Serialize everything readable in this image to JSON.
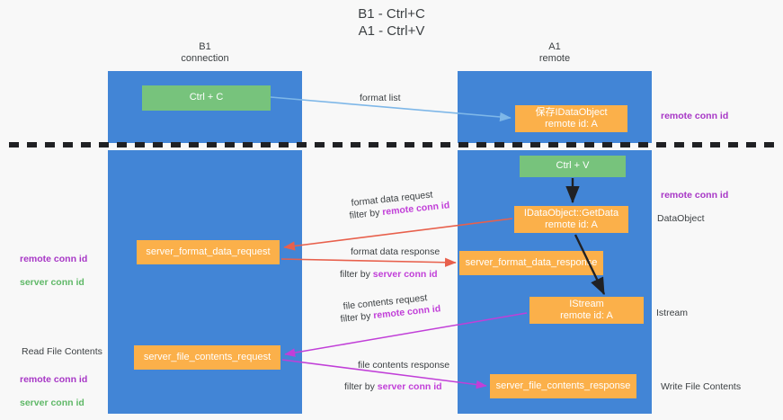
{
  "title": "B1 - Ctrl+C\nA1 - Ctrl+V",
  "colors": {
    "lane": "#4285d6",
    "node_green": "#77c37c",
    "node_orange": "#fbb04a",
    "remote_conn_id": "#a736c6",
    "server_conn_id": "#5fb867",
    "arrow_blue": "#7eb7e8",
    "arrow_red": "#e8604c",
    "arrow_magenta": "#c13fd8",
    "arrow_black": "#202124",
    "divider": "#202124"
  },
  "columns": [
    {
      "header": "B1\nconnection"
    },
    {
      "header": "A1\nremote"
    }
  ],
  "nodes": [
    {
      "id": "ctrl-c",
      "label": "Ctrl + C",
      "style": "green",
      "column": "B1"
    },
    {
      "id": "save-idataobject",
      "label": "保存IDataObject\nremote id: A",
      "style": "orange",
      "column": "A1"
    },
    {
      "id": "ctrl-v",
      "label": "Ctrl + V",
      "style": "green",
      "column": "A1"
    },
    {
      "id": "idataobject-getdata",
      "label": "IDataObject::GetData\nremote id: A",
      "style": "orange",
      "column": "A1"
    },
    {
      "id": "server-format-data-request",
      "label": "server_format_data_request",
      "style": "orange",
      "column": "B1"
    },
    {
      "id": "server-format-data-response",
      "label": "server_format_data_response",
      "style": "orange",
      "column": "A1"
    },
    {
      "id": "istream",
      "label": "IStream\nremote id: A",
      "style": "orange",
      "column": "A1"
    },
    {
      "id": "server-file-contents-request",
      "label": "server_file_contents_request",
      "style": "orange",
      "column": "B1"
    },
    {
      "id": "server-file-contents-response",
      "label": "server_file_contents_response",
      "style": "orange",
      "column": "A1"
    }
  ],
  "edge_labels": {
    "format_list": "format list",
    "format_data_request": "format data request",
    "format_data_request_filter_prefix": "filter by ",
    "format_data_request_filter_key": "remote conn id",
    "format_data_response": "format data response",
    "format_data_response_filter_prefix": "filter by ",
    "format_data_response_filter_key": "server conn id",
    "file_contents_request": "file contents request",
    "file_contents_request_filter_prefix": "filter by ",
    "file_contents_request_filter_key": "remote conn id",
    "file_contents_response": "file contents response",
    "file_contents_response_filter_prefix": "filter by ",
    "file_contents_response_filter_key": "server conn id"
  },
  "side_labels": {
    "right_remote_conn_id_top": "remote conn id",
    "right_remote_conn_id_mid": "remote conn id",
    "right_dataobject": "DataObject",
    "right_istream": "Istream",
    "right_write_file_contents": "Write File Contents",
    "left_remote_conn_id": "remote conn id",
    "left_server_conn_id": "server conn id",
    "left_read_file_contents": "Read File Contents",
    "left_remote_conn_id_2": "remote conn id",
    "left_server_conn_id_2": "server conn id"
  }
}
